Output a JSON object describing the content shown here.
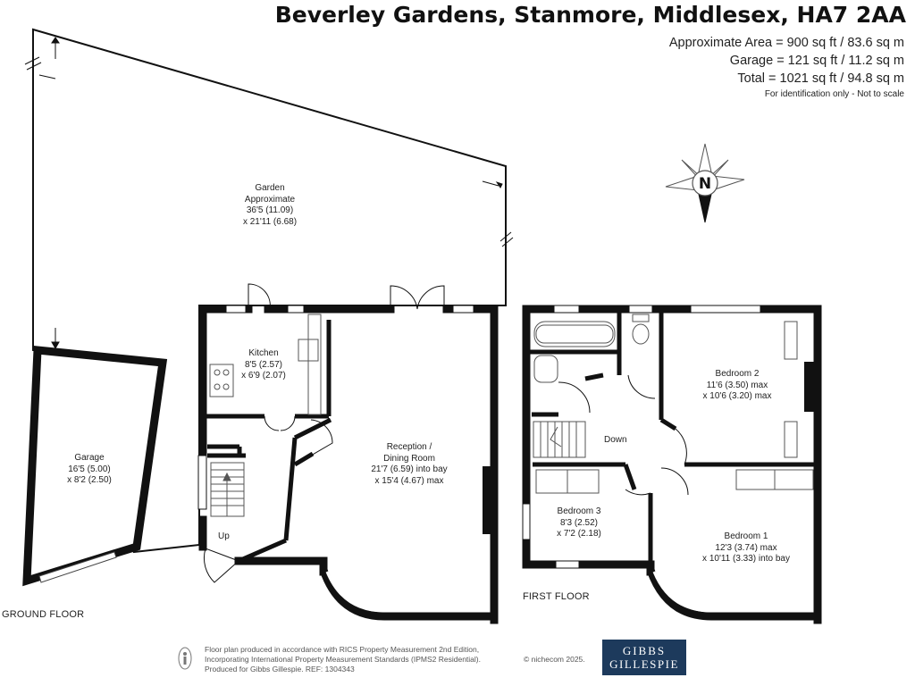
{
  "header": {
    "title": "Beverley Gardens, Stanmore, Middlesex, HA7 2AA",
    "area_approx": "Approximate Area = 900 sq ft / 83.6 sq m",
    "area_garage": "Garage = 121 sq ft / 11.2 sq m",
    "area_total": "Total = 1021 sq ft / 94.8 sq m",
    "disclaimer": "For identification only - Not to scale"
  },
  "compass": {
    "letter": "N"
  },
  "rooms": {
    "garden": {
      "l1": "Garden",
      "l2": "Approximate",
      "l3": "36'5 (11.09)",
      "l4": "x 21'11 (6.68)"
    },
    "garage": {
      "l1": "Garage",
      "l2": "16'5 (5.00)",
      "l3": "x 8'2 (2.50)"
    },
    "kitchen": {
      "l1": "Kitchen",
      "l2": "8'5 (2.57)",
      "l3": "x 6'9 (2.07)"
    },
    "reception": {
      "l1": "Reception /",
      "l2": "Dining Room",
      "l3": "21'7 (6.59) into bay",
      "l4": "x 15'4 (4.67) max"
    },
    "bedroom2": {
      "l1": "Bedroom 2",
      "l2": "11'6 (3.50) max",
      "l3": "x 10'6 (3.20) max"
    },
    "bedroom3": {
      "l1": "Bedroom 3",
      "l2": "8'3 (2.52)",
      "l3": "x 7'2 (2.18)"
    },
    "bedroom1": {
      "l1": "Bedroom 1",
      "l2": "12'3 (3.74) max",
      "l3": "x 10'11 (3.33) into bay"
    }
  },
  "stairs": {
    "up": "Up",
    "down": "Down"
  },
  "floors": {
    "ground": "GROUND FLOOR",
    "first": "FIRST FLOOR"
  },
  "footer": {
    "line1": "Floor plan produced in accordance with RICS Property Measurement 2nd Edition,",
    "line2": "Incorporating International Property Measurement Standards (IPMS2 Residential).",
    "line3": "Produced for Gibbs Gillespie.   REF:  1304343",
    "copyright": "© nichecom 2025.",
    "logo_line1": "GIBBS",
    "logo_line2": "GILLESPIE"
  },
  "colors": {
    "wall": "#111111",
    "logo_bg": "#1d3a5c",
    "text": "#222222"
  }
}
